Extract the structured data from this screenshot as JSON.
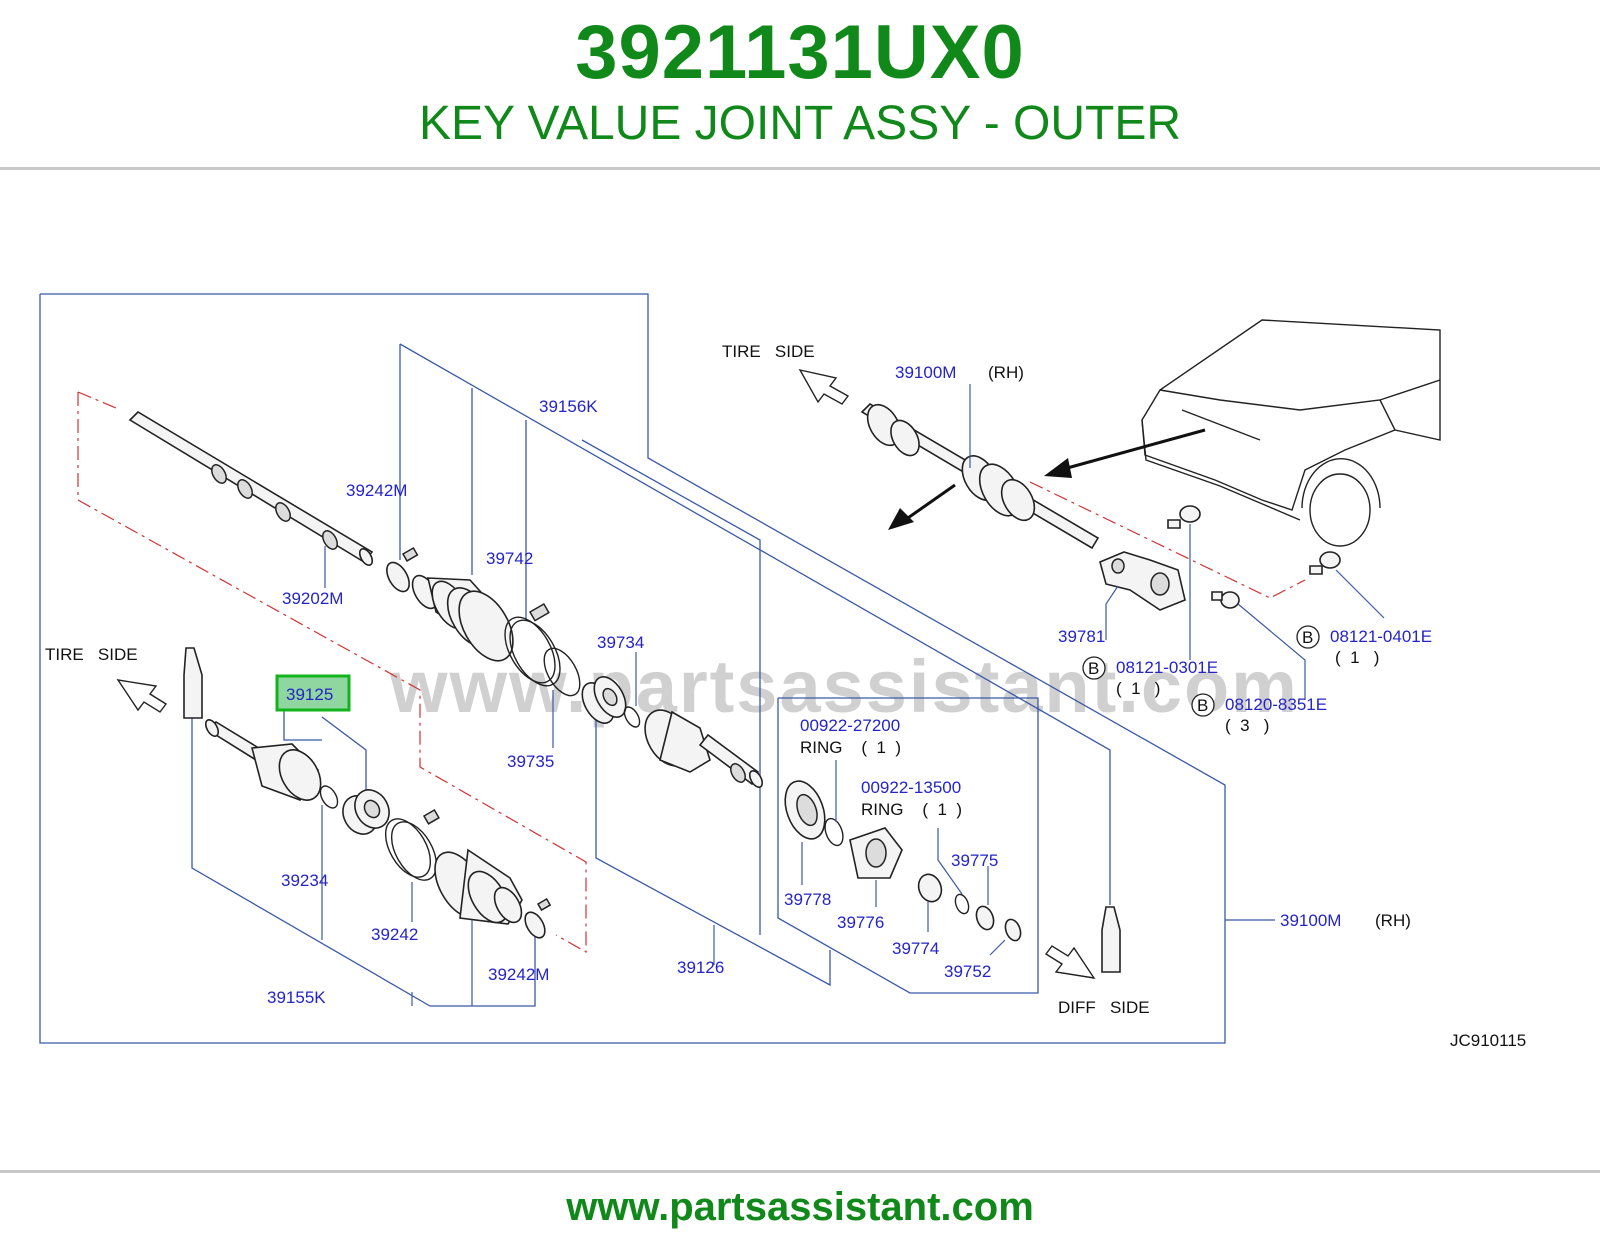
{
  "header": {
    "part_number": "3921131UX0",
    "description": "KEY VALUE JOINT ASSY - OUTER"
  },
  "footer": {
    "url": "www.partsassistant.com"
  },
  "diagram": {
    "watermark": "www.partsassistant.com",
    "code": "JC910115",
    "tire_side_top": "TIRE   SIDE",
    "tire_side_left": "TIRE   SIDE",
    "diff_side": "DIFF   SIDE",
    "highlight_part": "39125",
    "callouts": {
      "p39100M_top": "39100M",
      "rh_top": "(RH)",
      "p39156K": "39156K",
      "p39242M_a": "39242M",
      "p39742": "39742",
      "p39202M": "39202M",
      "p39734": "39734",
      "p39735": "39735",
      "p39781": "39781",
      "p08121_0401E": "08121-0401E",
      "q08121_0401E": "(  1   )",
      "p08121_0301E": "08121-0301E",
      "q08121_0301E": "(  1   )",
      "p08120_8351E": "08120-8351E",
      "q08120_8351E": "(  3   )",
      "b1": "B",
      "b2": "B",
      "b3": "B",
      "p00922_27200": "00922-27200",
      "ring_a": "RING    (  1  )",
      "p00922_13500": "00922-13500",
      "ring_b": "RING    (  1  )",
      "p39775": "39775",
      "p39778": "39778",
      "p39776": "39776",
      "p39774": "39774",
      "p39752": "39752",
      "p39234": "39234",
      "p39242": "39242",
      "p39242M_b": "39242M",
      "p39155K": "39155K",
      "p39126": "39126",
      "p39100M_bottom": "39100M",
      "rh_bottom": "(RH)"
    }
  },
  "colors": {
    "brand_green": "#11891a",
    "callout_blue": "#2424c8",
    "highlight_green": "#11b41a",
    "phantom_red": "#d23232"
  }
}
